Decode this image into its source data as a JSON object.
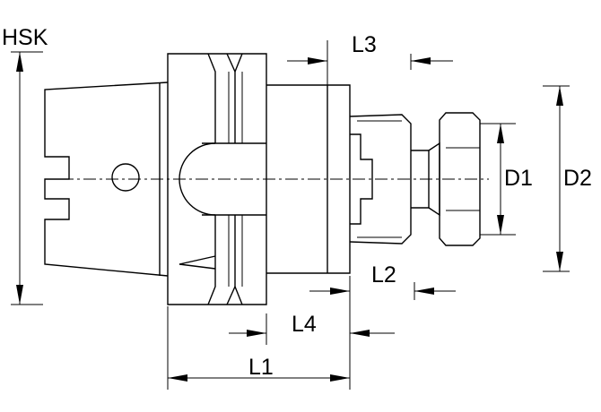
{
  "labels": {
    "hsk": "HSK",
    "l1": "L1",
    "l2": "L2",
    "l3": "L3",
    "l4": "L4",
    "d1": "D1",
    "d2": "D2"
  },
  "colors": {
    "line": "#000000",
    "background": "#ffffff"
  }
}
